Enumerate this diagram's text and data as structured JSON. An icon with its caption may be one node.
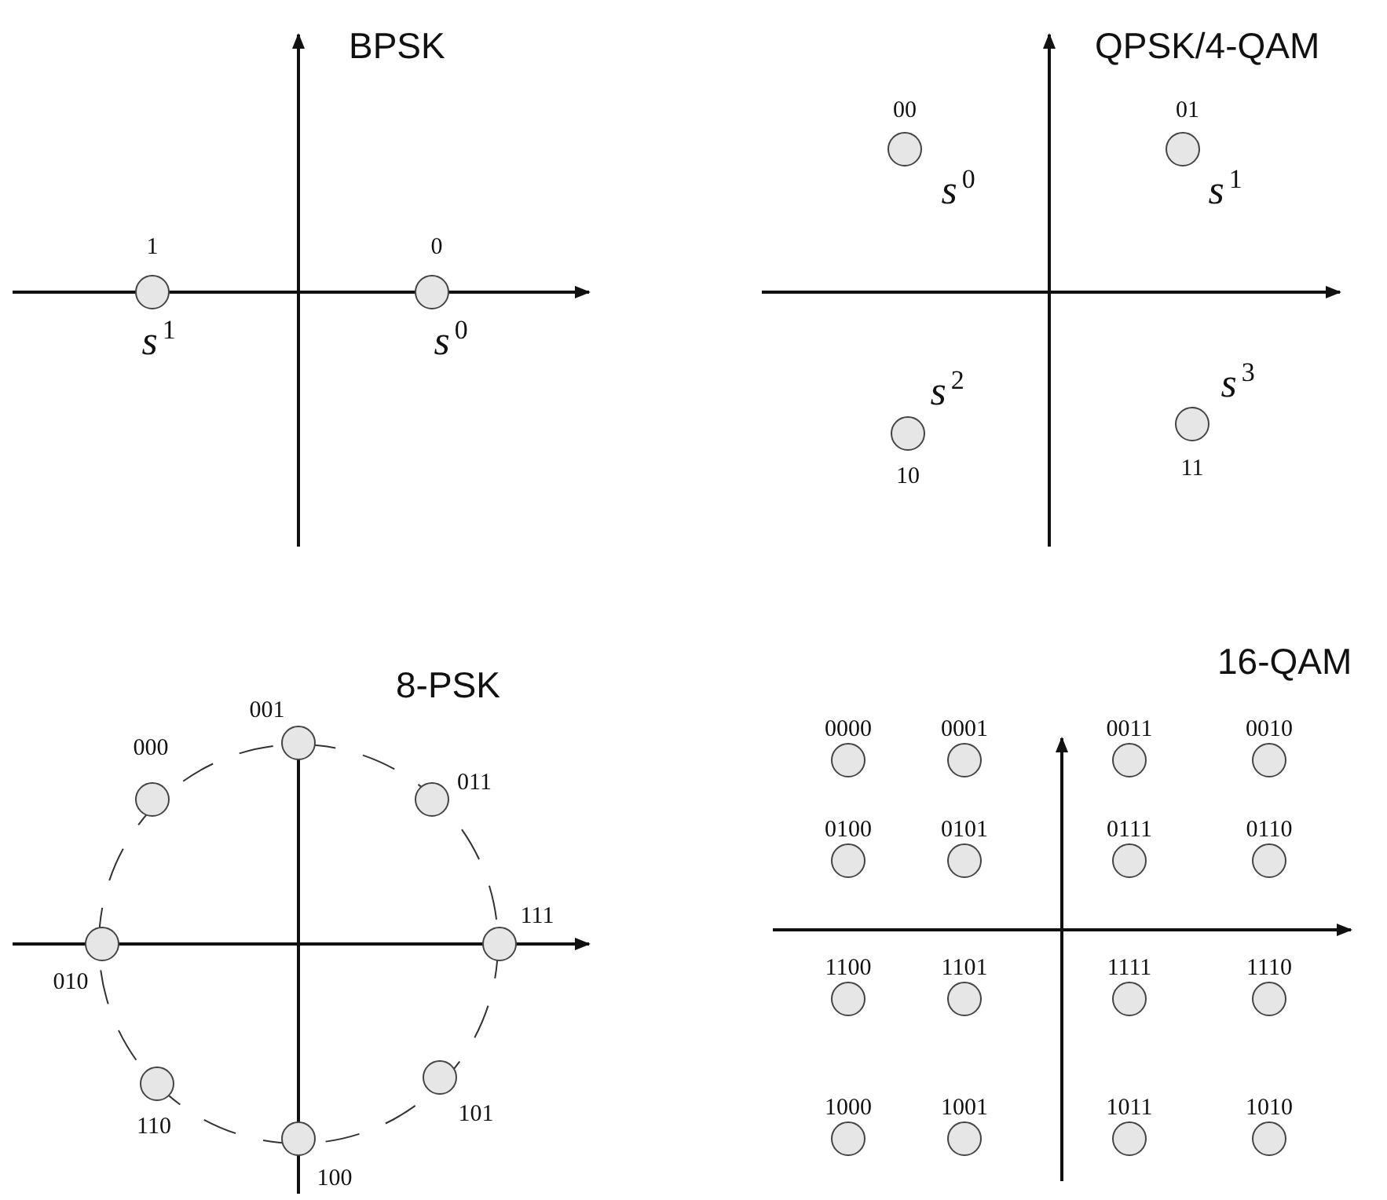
{
  "diagram": {
    "nodes": [
      {
        "text": [],
        "shape": "circle",
        "beside": [
          "1",
          "*s*$^{1}$"
        ]
      },
      {
        "text": [],
        "shape": "circle",
        "beside": [
          "0",
          "*s*$^{0}$"
        ]
      },
      {
        "text": [],
        "shape": "circle",
        "beside": [
          "00",
          "*s*$^{0}$"
        ]
      },
      {
        "text": [],
        "shape": "circle",
        "beside": [
          "01",
          "*s*$^{1}$"
        ]
      },
      {
        "text": [],
        "shape": "circle",
        "beside": [
          "10",
          "*s*$^{2}$"
        ]
      },
      {
        "text": [],
        "shape": "circle",
        "beside": [
          "11",
          "*s*$^{3}$"
        ]
      },
      {
        "text": [],
        "shape": "circle",
        "beside": [
          "001"
        ]
      },
      {
        "text": [],
        "shape": "circle",
        "beside": [
          "000"
        ]
      },
      {
        "text": [],
        "shape": "circle",
        "beside": [
          "011"
        ]
      },
      {
        "text": [],
        "shape": "circle",
        "beside": [
          "010"
        ]
      },
      {
        "text": [],
        "shape": "circle",
        "beside": [
          "111"
        ]
      },
      {
        "text": [],
        "shape": "circle",
        "beside": [
          "110"
        ]
      },
      {
        "text": [],
        "shape": "circle",
        "beside": [
          "101"
        ]
      },
      {
        "text": [],
        "shape": "circle",
        "beside": [
          "100"
        ]
      },
      {
        "text": [],
        "shape": "circle",
        "beside": [
          "0000"
        ]
      },
      {
        "text": [],
        "shape": "circle",
        "beside": [
          "0001"
        ]
      },
      {
        "text": [],
        "shape": "circle",
        "beside": [
          "0011"
        ]
      },
      {
        "text": [],
        "shape": "circle",
        "beside": [
          "0010"
        ]
      },
      {
        "text": [],
        "shape": "circle",
        "beside": [
          "0100"
        ]
      },
      {
        "text": [],
        "shape": "circle",
        "beside": [
          "0101"
        ]
      },
      {
        "text": [],
        "shape": "circle",
        "beside": [
          "0111"
        ]
      },
      {
        "text": [],
        "shape": "circle",
        "beside": [
          "0110"
        ]
      },
      {
        "text": [],
        "shape": "circle",
        "beside": [
          "1100"
        ]
      },
      {
        "text": [],
        "shape": "circle",
        "beside": [
          "1101"
        ]
      },
      {
        "text": [],
        "shape": "circle",
        "beside": [
          "1111"
        ]
      },
      {
        "text": [],
        "shape": "circle",
        "beside": [
          "1110"
        ]
      },
      {
        "text": [],
        "shape": "circle",
        "beside": [
          "1000"
        ]
      },
      {
        "text": [],
        "shape": "circle",
        "beside": [
          "1001"
        ]
      },
      {
        "text": [],
        "shape": "circle",
        "beside": [
          "1011"
        ]
      },
      {
        "text": [],
        "shape": "circle",
        "beside": [
          "1010"
        ]
      }
    ],
    "edges": [],
    "labels": [
      "BPSK",
      "QPSK/4-QAM",
      "8-PSK",
      "16-QAM"
    ]
  }
}
